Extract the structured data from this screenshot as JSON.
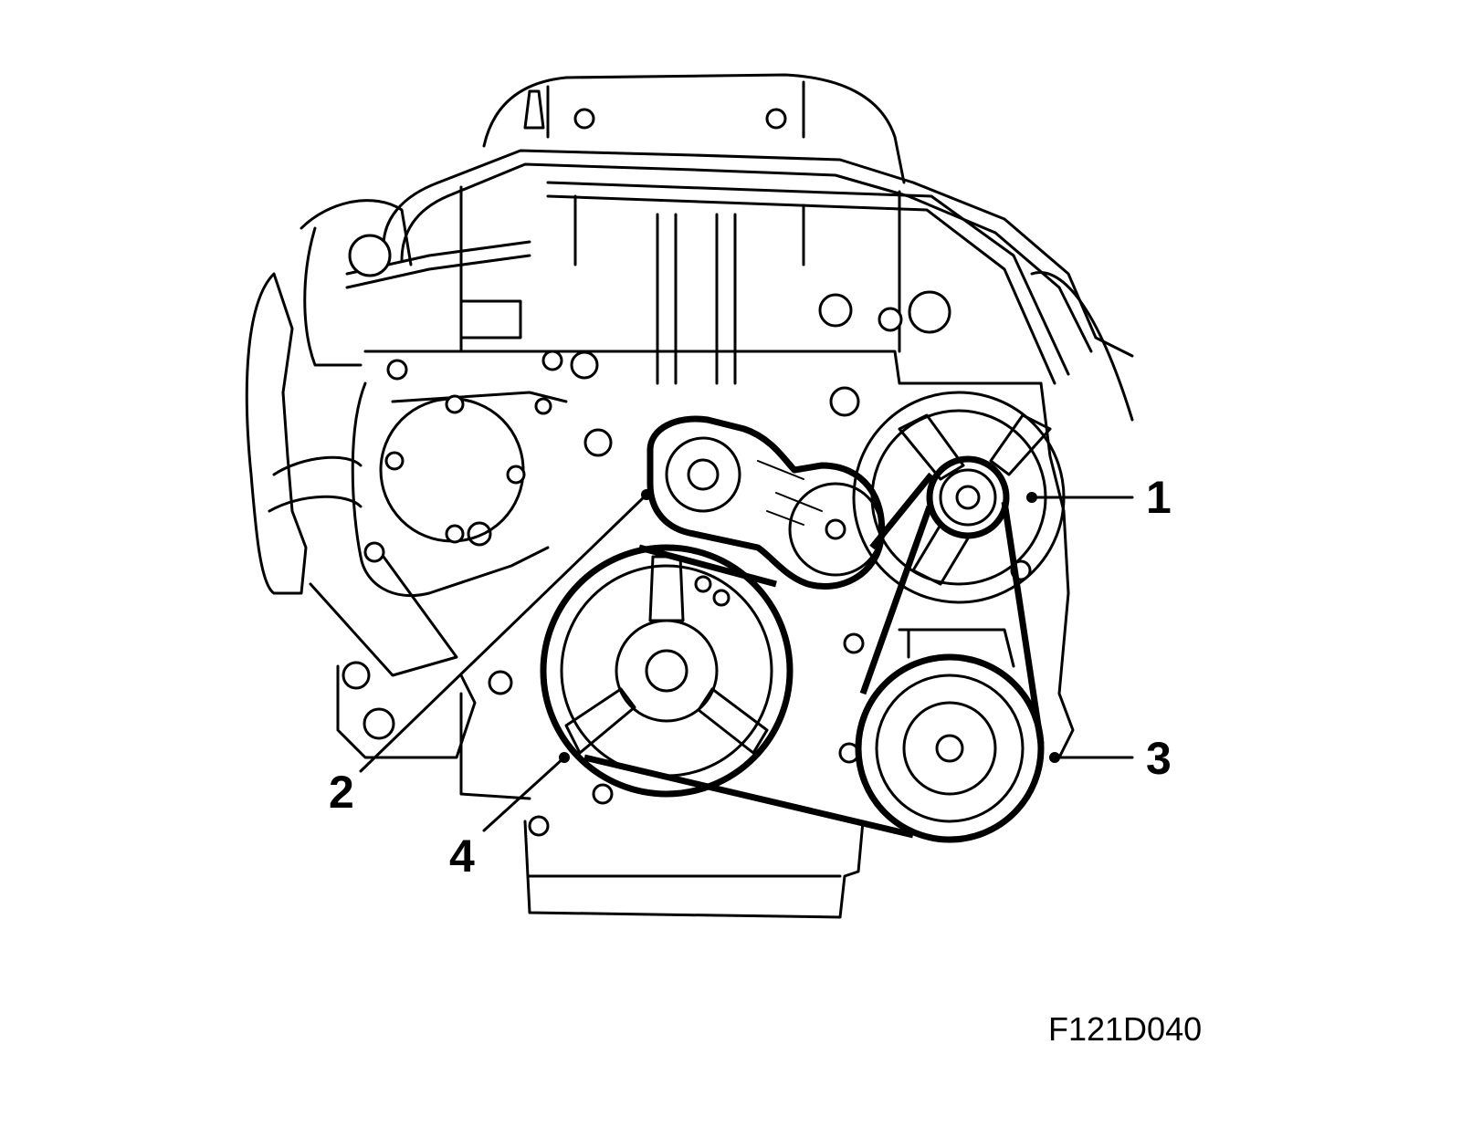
{
  "callouts": [
    {
      "id": "1",
      "label": "1"
    },
    {
      "id": "2",
      "label": "2"
    },
    {
      "id": "3",
      "label": "3"
    },
    {
      "id": "4",
      "label": "4"
    }
  ],
  "figure_code": "F121D040",
  "colors": {
    "line": "#000000",
    "background": "#ffffff"
  }
}
